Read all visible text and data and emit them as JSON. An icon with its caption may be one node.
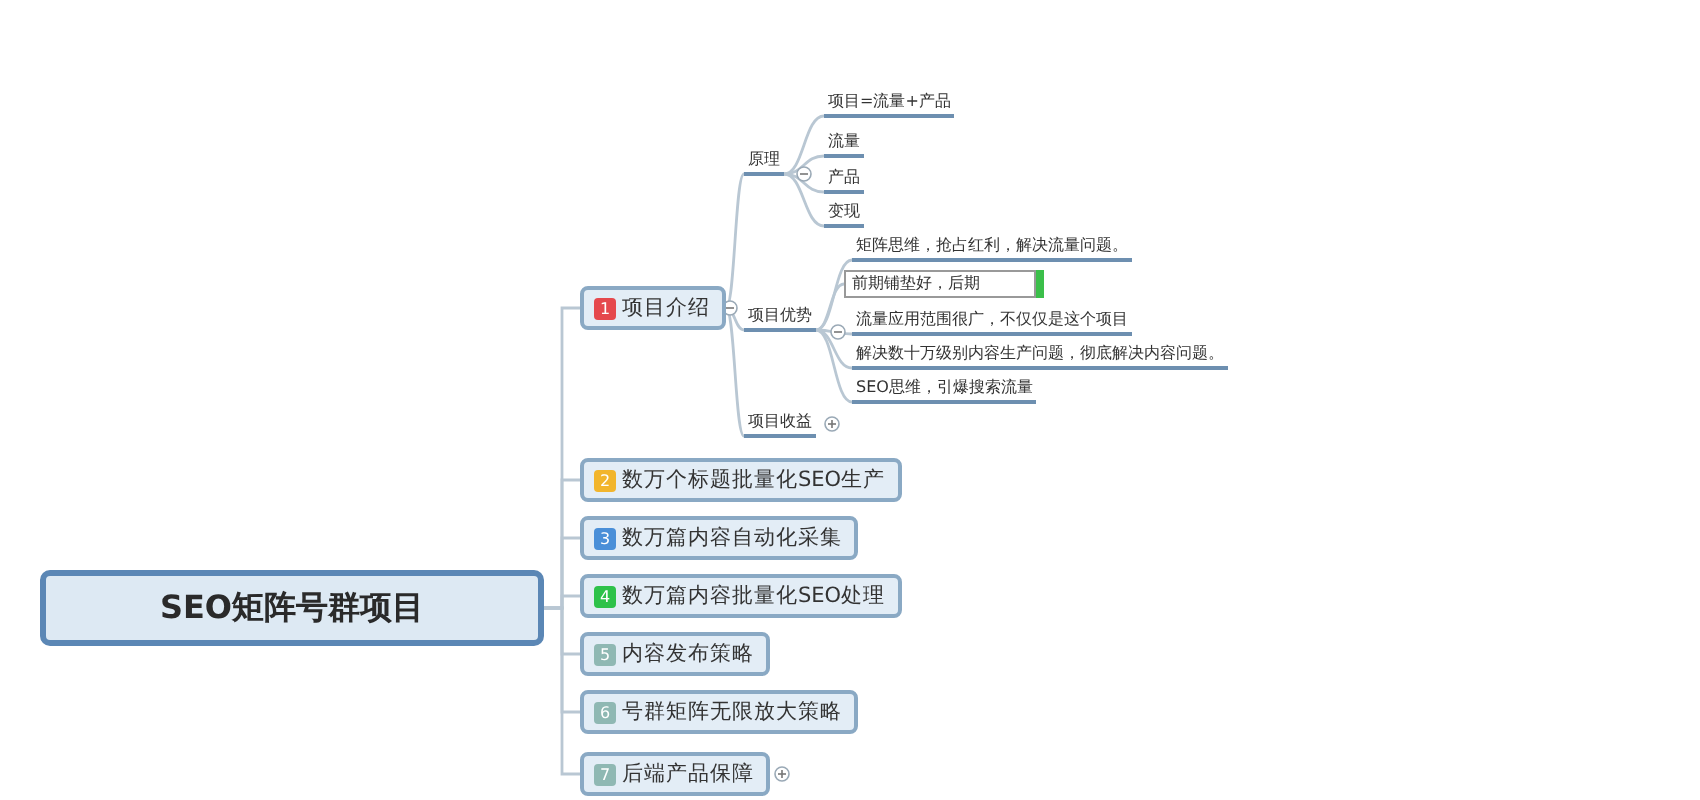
{
  "diagram": {
    "nodes": [
      {
        "text": [
          "SEO矩阵号群项目"
        ]
      },
      {
        "text": [
          "1",
          "项目介绍"
        ]
      },
      {
        "text": [
          "原理"
        ]
      },
      {
        "text": [
          "项目=流量+产品"
        ]
      },
      {
        "text": [
          "流量"
        ]
      },
      {
        "text": [
          "产品"
        ]
      },
      {
        "text": [
          "变现"
        ]
      },
      {
        "text": [
          "项目优势"
        ]
      },
      {
        "text": [
          "矩阵思维，抢占红利，解决流量问题。"
        ]
      },
      {
        "text": [
          "前期铺垫好，后期"
        ]
      },
      {
        "text": [
          "流量应用范围很广，不仅仅是这个项目"
        ]
      },
      {
        "text": [
          "解决数十万级别内容生产问题，彻底解决内容问题。"
        ]
      },
      {
        "text": [
          "SEO思维，引爆搜索流量"
        ]
      },
      {
        "text": [
          "项目收益"
        ]
      },
      {
        "text": [
          "2",
          "数万个标题批量化SEO生产"
        ]
      },
      {
        "text": [
          "3",
          "数万篇内容自动化采集"
        ]
      },
      {
        "text": [
          "4",
          "数万篇内容批量化SEO处理"
        ]
      },
      {
        "text": [
          "5",
          "内容发布策略"
        ]
      },
      {
        "text": [
          "6",
          "号群矩阵无限放大策略"
        ]
      },
      {
        "text": [
          "7",
          "后端产品保障"
        ]
      }
    ],
    "edges": [
      {
        "from": 0,
        "to": 1,
        "arrow": "none"
      },
      {
        "from": 0,
        "to": 14,
        "arrow": "none"
      },
      {
        "from": 0,
        "to": 15,
        "arrow": "none"
      },
      {
        "from": 0,
        "to": 16,
        "arrow": "none"
      },
      {
        "from": 0,
        "to": 17,
        "arrow": "none"
      },
      {
        "from": 0,
        "to": 18,
        "arrow": "none"
      },
      {
        "from": 0,
        "to": 19,
        "arrow": "none"
      },
      {
        "from": 1,
        "to": 2,
        "arrow": "none"
      },
      {
        "from": 1,
        "to": 7,
        "arrow": "none"
      },
      {
        "from": 1,
        "to": 13,
        "arrow": "none"
      },
      {
        "from": 2,
        "to": 3,
        "arrow": "none"
      },
      {
        "from": 2,
        "to": 4,
        "arrow": "none"
      },
      {
        "from": 2,
        "to": 5,
        "arrow": "none"
      },
      {
        "from": 2,
        "to": 6,
        "arrow": "none"
      },
      {
        "from": 7,
        "to": 8,
        "arrow": "none"
      },
      {
        "from": 7,
        "to": 9,
        "arrow": "none"
      },
      {
        "from": 7,
        "to": 10,
        "arrow": "none"
      },
      {
        "from": 7,
        "to": 11,
        "arrow": "none"
      },
      {
        "from": 7,
        "to": 12,
        "arrow": "none"
      }
    ]
  }
}
